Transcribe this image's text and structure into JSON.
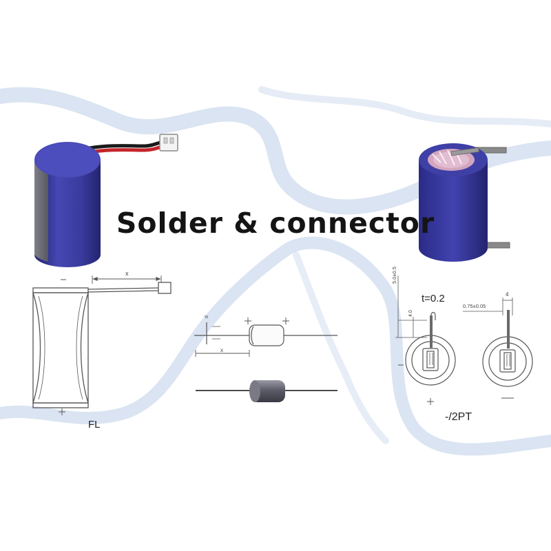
{
  "title": "Solder & connector",
  "labels": {
    "fl": "FL",
    "pt": "-/2PT",
    "thickness": "t=0.2"
  },
  "dimensions": {
    "fl_x": "x",
    "axial_x": "x",
    "axial_d": "d",
    "pin_height": "5.0±0.5",
    "pin_offset": "4.0",
    "pin_width": "0.75±0.05",
    "pin_spacing": "4"
  },
  "colors": {
    "battery_blue": "#3e3fa0",
    "battery_blue_dark": "#2c2d7c",
    "wave": "#c8d6ec",
    "line_art": "#555555"
  }
}
